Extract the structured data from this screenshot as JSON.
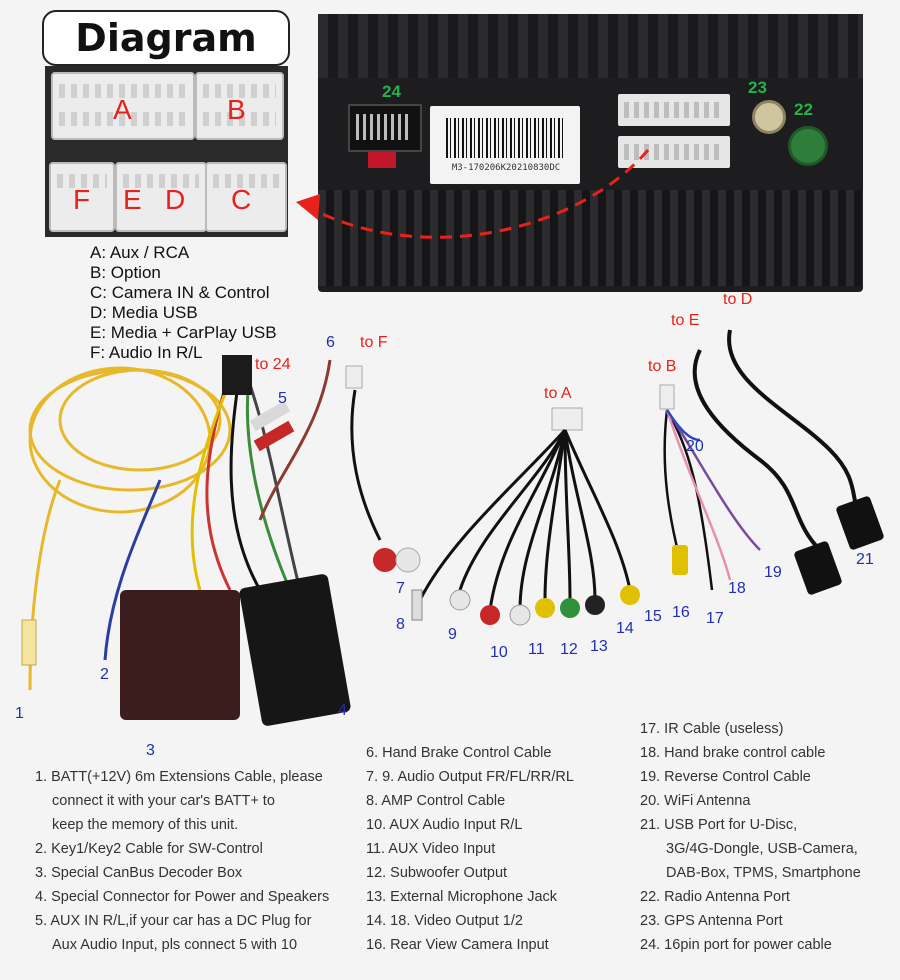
{
  "title": "Diagram",
  "connector_letters": [
    "A",
    "B",
    "F",
    "E",
    "D",
    "C"
  ],
  "legend": [
    "A: Aux / RCA",
    "B: Option",
    "C: Camera IN & Control",
    "D: Media USB",
    "E: Media + CarPlay USB",
    "F: Audio In R/L"
  ],
  "unit": {
    "sticker_code": "M3-170206K20210830DC",
    "port_labels": [
      "24",
      "23",
      "22"
    ]
  },
  "cable_labels": {
    "to_24": "to 24",
    "to_F": "to F",
    "to_A": "to A",
    "to_B": "to B",
    "to_E": "to E",
    "to_D": "to D"
  },
  "numbers": [
    "1",
    "2",
    "3",
    "4",
    "5",
    "6",
    "7",
    "8",
    "9",
    "10",
    "11",
    "12",
    "13",
    "14",
    "15",
    "16",
    "17",
    "18",
    "19",
    "20",
    "21"
  ],
  "notes": {
    "col1": [
      "1. BATT(+12V) 6m Extensions Cable, please",
      "connect it with your car's BATT+ to",
      "keep the memory of this unit.",
      "2. Key1/Key2 Cable for SW-Control",
      "3. Special CanBus Decoder Box",
      "4. Special Connector for Power and Speakers",
      "5. AUX IN R/L,if your car has a DC Plug for",
      "Aux Audio Input, pls connect 5 with 10"
    ],
    "col2": [
      "6. Hand Brake Control Cable",
      "7. 9. Audio Output FR/FL/RR/RL",
      "8. AMP Control Cable",
      "10. AUX Audio Input R/L",
      "11. AUX Video Input",
      "12. Subwoofer Output",
      "13. External Microphone Jack",
      "14. 18. Video Output 1/2",
      "16. Rear View Camera Input"
    ],
    "col3": [
      "17. IR Cable (useless)",
      "18. Hand brake control cable",
      "19. Reverse Control Cable",
      "20. WiFi Antenna",
      "21. USB Port for U-Disc,",
      "3G/4G-Dongle, USB-Camera,",
      "DAB-Box, TPMS, Smartphone",
      "22. Radio Antenna Port",
      "23. GPS Antenna Port",
      "24. 16pin port for power cable"
    ]
  },
  "colors": {
    "accent_red": "#e8211c",
    "label_blue": "#2230b0",
    "port_green": "#22b34a"
  }
}
